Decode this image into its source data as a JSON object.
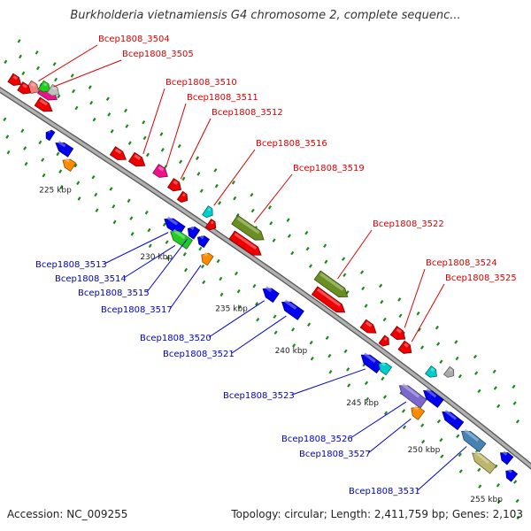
{
  "title": "Burkholderia vietnamiensis G4 chromosome 2, complete sequenc...",
  "footer": {
    "accession": "Accession: NC_009255",
    "summary": "Topology: circular; Length: 2,411,759 bp; Genes: 2,103"
  },
  "colors": {
    "backbone": "#8a8a8a",
    "tick": "#1a8a1a",
    "forward_label": "#dd0000",
    "reverse_label": "#0000cc"
  },
  "axis_labels": [
    {
      "text": "225 kbp",
      "kbp": 225
    },
    {
      "text": "230 kbp",
      "kbp": 230
    },
    {
      "text": "235 kbp",
      "kbp": 235
    },
    {
      "text": "240 kbp",
      "kbp": 240
    },
    {
      "text": "245 kbp",
      "kbp": 245
    },
    {
      "text": "250 kbp",
      "kbp": 250
    },
    {
      "text": "255 kbp",
      "kbp": 255
    }
  ],
  "forward_genes": [
    {
      "label": "Bcep1808_3504",
      "color": "#f08080"
    },
    {
      "label": "Bcep1808_3505",
      "color": "#ee1188"
    },
    {
      "label": "Bcep1808_3510",
      "color": "#ee0000"
    },
    {
      "label": "Bcep1808_3511",
      "color": "#ee1188"
    },
    {
      "label": "Bcep1808_3512",
      "color": "#ee0000"
    },
    {
      "label": "Bcep1808_3516",
      "color": "#00cccc"
    },
    {
      "label": "Bcep1808_3519",
      "color": "#6b8e23"
    },
    {
      "label": "Bcep1808_3522",
      "color": "#6b8e23"
    },
    {
      "label": "Bcep1808_3524",
      "color": "#ee0000"
    },
    {
      "label": "Bcep1808_3525",
      "color": "#ee0000"
    }
  ],
  "reverse_genes": [
    {
      "label": "Bcep1808_3513",
      "color": "#0000ee"
    },
    {
      "label": "Bcep1808_3514",
      "color": "#22cc22"
    },
    {
      "label": "Bcep1808_3515",
      "color": "#0000ee"
    },
    {
      "label": "Bcep1808_3517",
      "color": "#ff8c00"
    },
    {
      "label": "Bcep1808_3520",
      "color": "#0000ee"
    },
    {
      "label": "Bcep1808_3521",
      "color": "#0000ee"
    },
    {
      "label": "Bcep1808_3523",
      "color": "#0000ee"
    },
    {
      "label": "Bcep1808_3526",
      "color": "#7b68cc"
    },
    {
      "label": "Bcep1808_3527",
      "color": "#ff8c00"
    },
    {
      "label": "Bcep1808_3531",
      "color": "#4682b4"
    }
  ]
}
